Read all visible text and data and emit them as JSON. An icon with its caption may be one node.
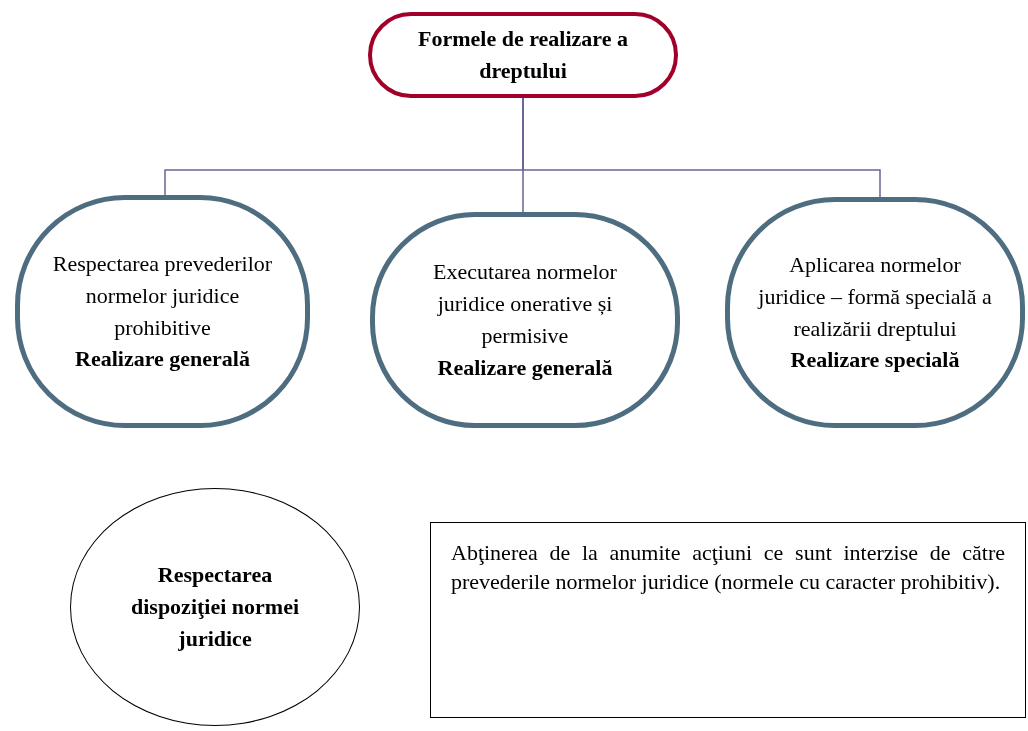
{
  "diagram": {
    "nodes": [
      {
        "text": [
          "Formele de realizare a dreptului"
        ]
      },
      {
        "text": [
          "Respectarea prevederilor normelor juridice prohibitive",
          "Realizare generală"
        ]
      },
      {
        "text": [
          "Executarea normelor juridice onerative și permisive",
          "Realizare generală"
        ]
      },
      {
        "text": [
          "Aplicarea normelor juridice – formă specială a realizării dreptului",
          "Realizare specială"
        ]
      },
      {
        "text": [
          "Respectarea dispoziţiei normei juridice"
        ]
      },
      {
        "text": [
          "Abţinerea de la anumite acţiuni ce sunt interzise de către prevederile normelor juridice (normele cu caracter prohibitiv)."
        ]
      }
    ],
    "edges": [
      {
        "from": 0,
        "to": 1,
        "arrow": "none"
      },
      {
        "from": 0,
        "to": 2,
        "arrow": "none"
      },
      {
        "from": 0,
        "to": 3,
        "arrow": "none"
      }
    ]
  }
}
